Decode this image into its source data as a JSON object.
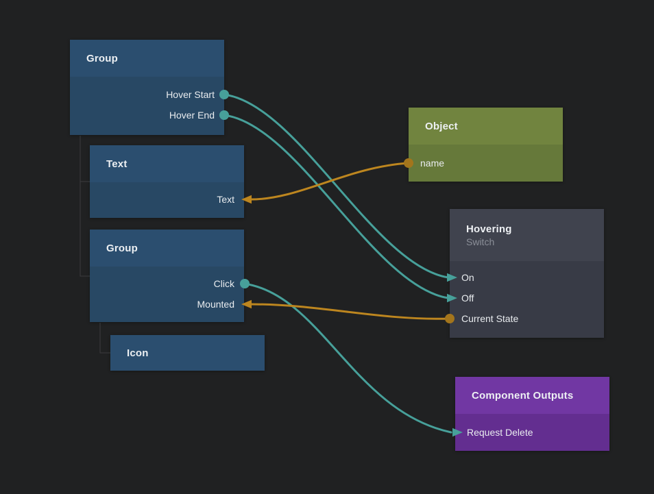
{
  "canvas": {
    "background": "#202122"
  },
  "colors": {
    "signal_connection": "#47a09a",
    "data_connection": "#bd861f",
    "data_port_dot": "#a3751c",
    "tree_line": "#3b3c3e",
    "blue_node_header": "#2b4e6f",
    "blue_node_body": "#284864",
    "green_node_header": "#71843f",
    "green_node_body": "#66793a",
    "slate_node_header": "#40434e",
    "slate_node_body": "#383b46",
    "purple_node_header": "#7137a3",
    "purple_node_body": "#632e90"
  },
  "nodes": [
    {
      "id": "group-1",
      "title": "Group",
      "type": "visual-group",
      "color": "blue",
      "ports": [
        {
          "label": "Hover Start",
          "side": "right",
          "direction": "output",
          "kind": "signal"
        },
        {
          "label": "Hover End",
          "side": "right",
          "direction": "output",
          "kind": "signal"
        }
      ]
    },
    {
      "id": "text-1",
      "title": "Text",
      "type": "visual-text",
      "color": "blue",
      "ports": [
        {
          "label": "Text",
          "side": "right",
          "direction": "input",
          "kind": "data"
        }
      ]
    },
    {
      "id": "group-2",
      "title": "Group",
      "type": "visual-group",
      "color": "blue",
      "ports": [
        {
          "label": "Click",
          "side": "right",
          "direction": "output",
          "kind": "signal"
        },
        {
          "label": "Mounted",
          "side": "right",
          "direction": "input",
          "kind": "data"
        }
      ]
    },
    {
      "id": "icon-1",
      "title": "Icon",
      "type": "visual-icon",
      "color": "blue",
      "ports": []
    },
    {
      "id": "object-1",
      "title": "Object",
      "type": "object",
      "color": "green",
      "ports": [
        {
          "label": "name",
          "side": "left",
          "direction": "output",
          "kind": "data"
        }
      ]
    },
    {
      "id": "hovering-1",
      "title": "Hovering",
      "subtitle": "Switch",
      "type": "switch",
      "color": "slate",
      "ports": [
        {
          "label": "On",
          "side": "left",
          "direction": "input",
          "kind": "signal"
        },
        {
          "label": "Off",
          "side": "left",
          "direction": "input",
          "kind": "signal"
        },
        {
          "label": "Current State",
          "side": "left",
          "direction": "output",
          "kind": "data"
        }
      ]
    },
    {
      "id": "component-outputs-1",
      "title": "Component Outputs",
      "type": "component-outputs",
      "color": "purple",
      "ports": [
        {
          "label": "Request Delete",
          "side": "left",
          "direction": "input",
          "kind": "signal"
        }
      ]
    }
  ],
  "edges": [
    {
      "from": "Group.Hover Start",
      "to": "Hovering.On",
      "kind": "signal"
    },
    {
      "from": "Group.Hover End",
      "to": "Hovering.Off",
      "kind": "signal"
    },
    {
      "from": "Object.name",
      "to": "Text.Text",
      "kind": "data"
    },
    {
      "from": "Group(2).Click",
      "to": "Component Outputs.Request Delete",
      "kind": "signal"
    },
    {
      "from": "Hovering.Current State",
      "to": "Group(2).Mounted",
      "kind": "data"
    }
  ],
  "hierarchy": [
    {
      "parent": "Group",
      "children": [
        "Text",
        "Group(2)"
      ]
    },
    {
      "parent": "Group(2)",
      "children": [
        "Icon"
      ]
    }
  ]
}
